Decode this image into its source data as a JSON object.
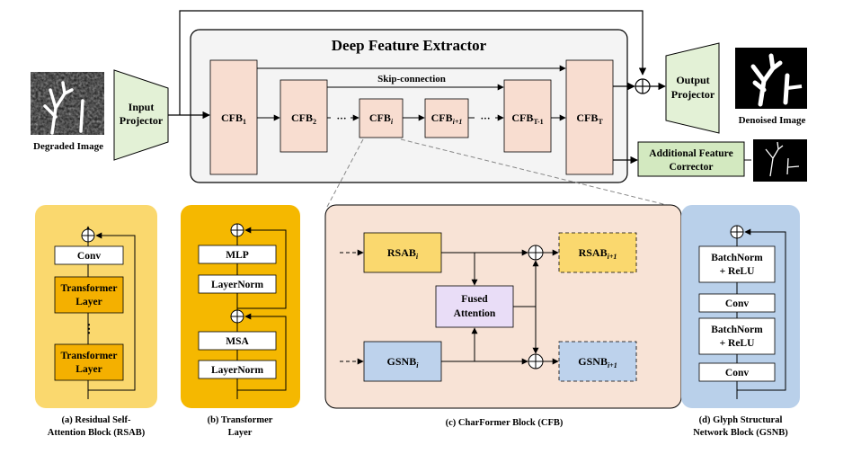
{
  "extractor": {
    "title": "Deep Feature Extractor",
    "skip_label": "Skip-connection"
  },
  "input_projector": {
    "line1": "Input",
    "line2": "Projector"
  },
  "output_projector": {
    "line1": "Output",
    "line2": "Projector"
  },
  "additional_corrector": {
    "line1": "Additional Feature",
    "line2": "Corrector"
  },
  "images": {
    "degraded_caption": "Degraded Image",
    "denoised_caption": "Denoised Image"
  },
  "cfb_chain": [
    {
      "base": "CFB",
      "sub": "1",
      "italic": false
    },
    {
      "base": "CFB",
      "sub": "2",
      "italic": false
    },
    {
      "base": "CFB",
      "sub": "i",
      "italic": true
    },
    {
      "base": "CFB",
      "sub": "i+1",
      "italic": true
    },
    {
      "base": "CFB",
      "sub": "T-1",
      "italic": false
    },
    {
      "base": "CFB",
      "sub": "T",
      "italic": false
    }
  ],
  "ellipsis": "···",
  "rsab": {
    "conv": "Conv",
    "layer_line1": "Transformer",
    "layer_line2": "Layer",
    "dots": "⋮",
    "caption_line1": "(a) Residual Self-",
    "caption_line2": "Attention Block (RSAB)"
  },
  "transformer_layer": {
    "mlp": "MLP",
    "norm1": "LayerNorm",
    "msa": "MSA",
    "norm2": "LayerNorm",
    "caption_line1": "(b) Transformer",
    "caption_line2": "Layer"
  },
  "cfb_block": {
    "rsab_in": {
      "base": "RSAB",
      "sub": "i"
    },
    "gsnb_in": {
      "base": "GSNB",
      "sub": "i"
    },
    "rsab_out": {
      "base": "RSAB",
      "sub": "i+1"
    },
    "gsnb_out": {
      "base": "GSNB",
      "sub": "i+1"
    },
    "fused_line1": "Fused",
    "fused_line2": "Attention",
    "caption": "(c) CharFormer Block (CFB)"
  },
  "gsnb": {
    "bn1_line1": "BatchNorm",
    "bn1_line2": "+ ReLU",
    "conv1": "Conv",
    "bn2_line1": "BatchNorm",
    "bn2_line2": "+ ReLU",
    "conv2": "Conv",
    "caption_line1": "(d) Glyph Structural",
    "caption_line2": "Network Block (GSNB)"
  },
  "colors": {
    "pink": "#F8DDD0",
    "green": "#E3F1D6",
    "yellow_bg": "#FAD86E",
    "orange_bg": "#F5B800",
    "orange_box": "#F4B000",
    "purple": "#E9DDF7",
    "blue_box": "#BDD2EC",
    "blue_bg": "#B9D0EA",
    "panel_c": "#F8E3D6",
    "extractor_bg": "#F4F4F4",
    "corrector_green": "#D3E9C0"
  }
}
